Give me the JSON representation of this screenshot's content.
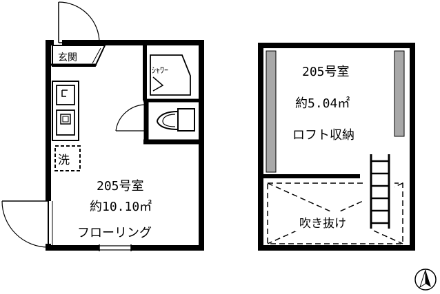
{
  "main_room": {
    "room_number": "205号室",
    "area": "約10.10㎡",
    "flooring": "フローリング",
    "entrance_label": "玄関",
    "shower_label": "ｼｬﾜｰ",
    "washer_label": "洗"
  },
  "loft": {
    "room_number": "205号室",
    "area": "約5.04㎡",
    "storage_label": "ロフト収納",
    "void_label": "吹き抜け"
  },
  "north_icon": "north-arrow-icon"
}
